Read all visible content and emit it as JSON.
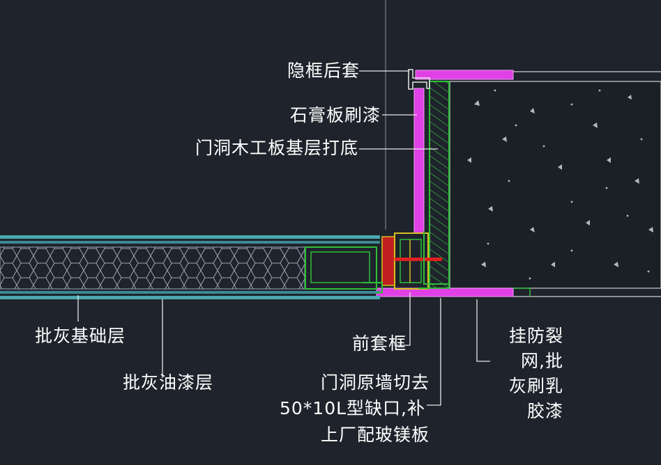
{
  "labels": {
    "hidden_frame_back_cover": "隐框后套",
    "gypsum_board_paint": "石膏板刷漆",
    "door_opening_plywood_base": "门洞木工板基层打底",
    "putty_base_layer": "批灰基础层",
    "putty_paint_layer": "批灰油漆层",
    "front_cover_frame": "前套框",
    "wall_cut_line1": "门洞原墙切去",
    "wall_cut_line2": "50*10L型缺口,补",
    "wall_cut_line3": "上厂配玻镁板",
    "anti_crack_line1": "挂防裂",
    "anti_crack_line2": "网,批",
    "anti_crack_line3": "灰刷乳",
    "anti_crack_line4": "胶漆"
  },
  "colors": {
    "background": "#1f232b",
    "magenta": "#e040e6",
    "green": "#2fbf3a",
    "cyan_layer": "#4aa8b0",
    "leader": "#e8e8e8",
    "red": "#e02020",
    "yellow": "#d8c020"
  }
}
